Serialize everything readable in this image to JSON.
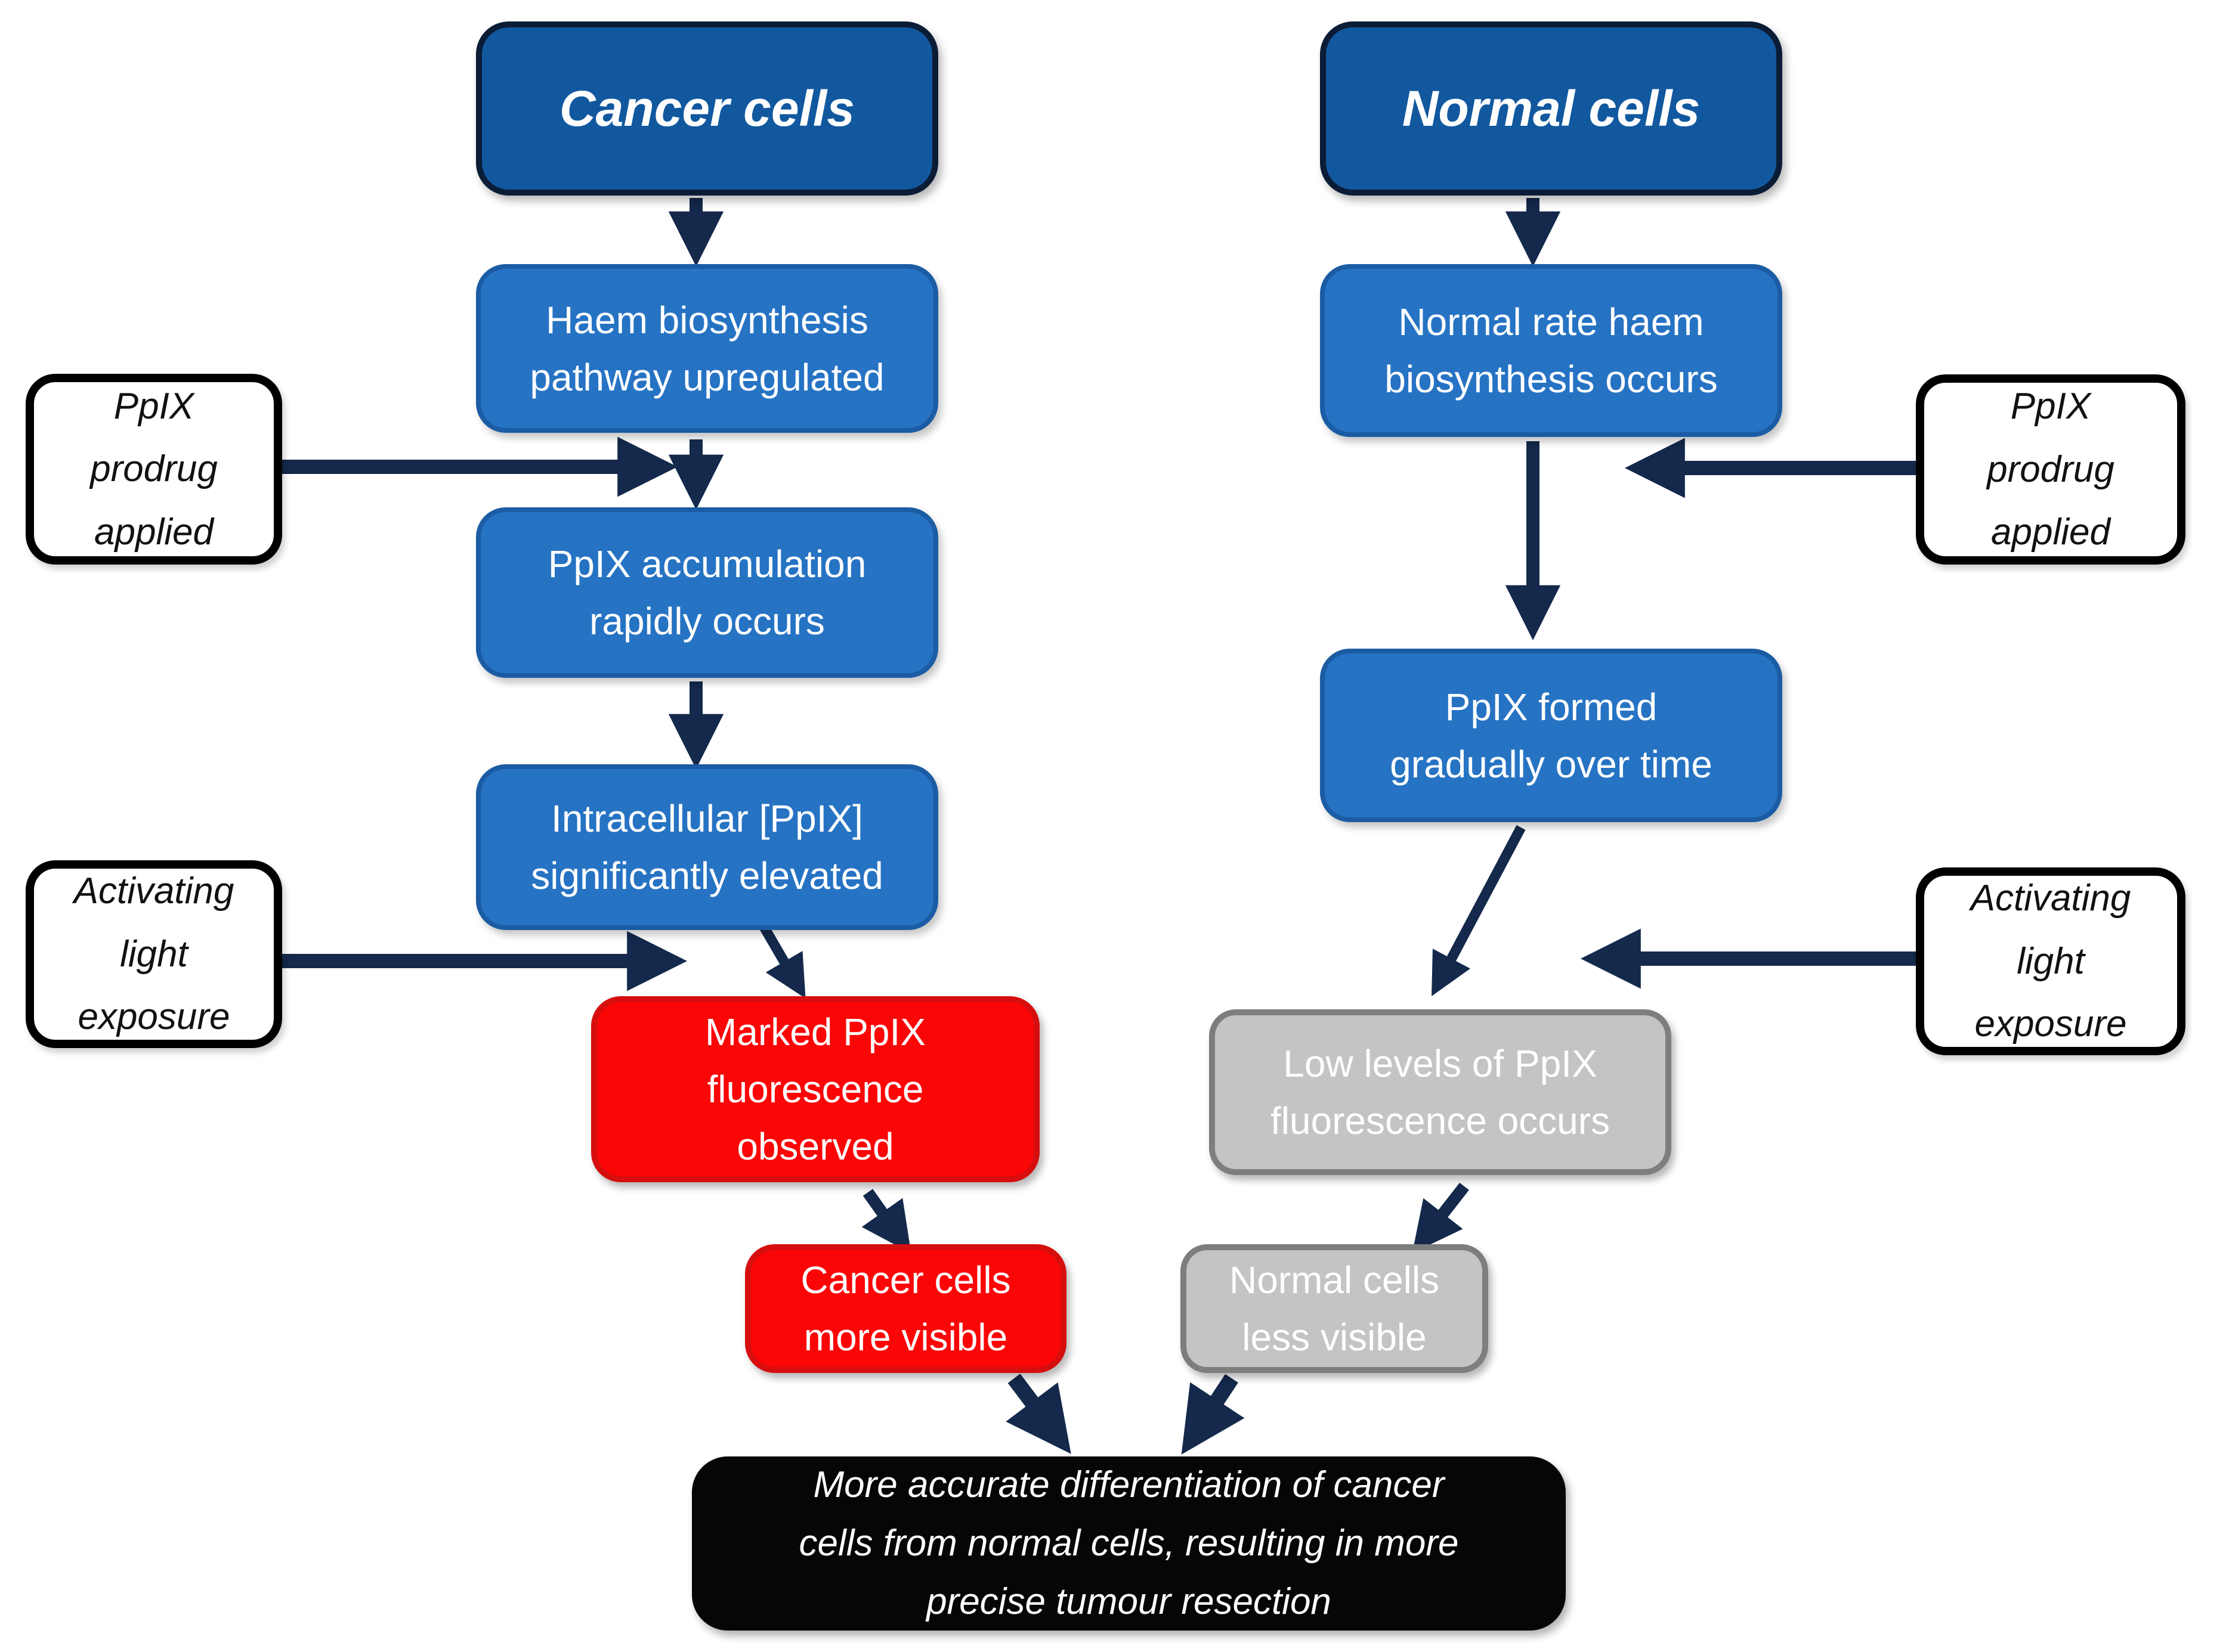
{
  "cancer": {
    "header": "Cancer cells",
    "steps": [
      "Haem biosynthesis\npathway upregulated",
      "PpIX accumulation\nrapidly occurs",
      "Intracellular [PpIX]\nsignificantly elevated",
      "Marked PpIX\nfluorescence\nobserved",
      "Cancer cells\nmore visible"
    ]
  },
  "normal": {
    "header": "Normal cells",
    "steps": [
      "Normal rate haem\nbiosynthesis occurs",
      "PpIX formed\ngradually over time",
      "Low levels of PpIX\nfluorescence occurs",
      "Normal cells\nless visible"
    ]
  },
  "labels": {
    "prodrug_left": "PpIX\nprodrug\napplied",
    "prodrug_right": "PpIX\nprodrug\napplied",
    "light_left": "Activating\nlight\nexposure",
    "light_right": "Activating\nlight\nexposure"
  },
  "outcome": "More accurate differentiation of cancer\ncells from normal cells, resulting in more\nprecise tumour resection",
  "colors": {
    "header_fill": "#11589f",
    "header_border": "#0b1c36",
    "step_fill": "#2673c4",
    "step_border": "#1b5ca4",
    "highlight_fill": "#fb0606",
    "highlight_border": "#d60e0e",
    "muted_fill": "#c4c4c4",
    "muted_border": "#7e7e7e",
    "label_fill": "#ffffff",
    "label_border": "#000000",
    "outcome_fill": "#060606",
    "arrow": "#14294b",
    "text_light": "#ffffff",
    "text_dark": "#111111"
  }
}
